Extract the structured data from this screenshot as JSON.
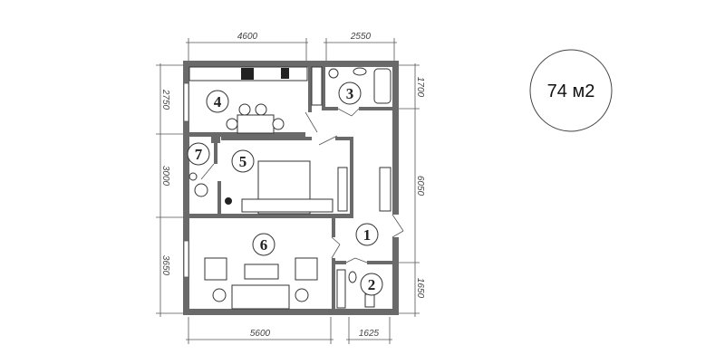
{
  "area_label": "74 м2",
  "dimensions": {
    "top": [
      "4600",
      "2550"
    ],
    "bottom": [
      "5600",
      "1625"
    ],
    "left": [
      "2750",
      "3000",
      "3650"
    ],
    "right": [
      "1700",
      "6050",
      "1650"
    ]
  },
  "rooms": [
    "1",
    "2",
    "3",
    "4",
    "5",
    "6",
    "7"
  ],
  "colors": {
    "wall": "#6a6a6a",
    "line": "#555555"
  }
}
